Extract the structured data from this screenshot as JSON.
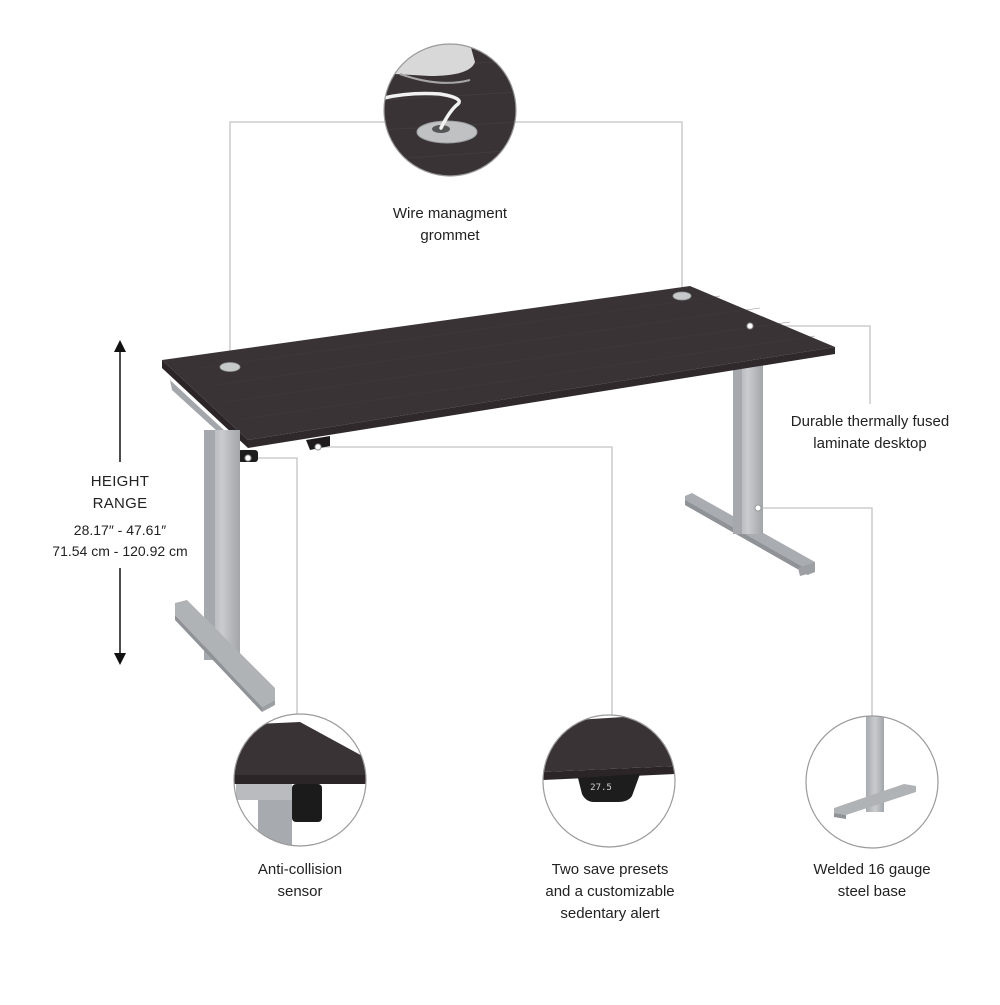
{
  "captions": {
    "wire_grommet": "Wire managment\ngrommet",
    "laminate": "Durable thermally fused\nlaminate desktop",
    "height_title": "HEIGHT\nRANGE",
    "height_values": "28.17″ - 47.61″\n71.54 cm - 120.92 cm",
    "anti_collision": "Anti-collision\nsensor",
    "presets": "Two save presets\nand a customizable\nsedentary alert",
    "steel_base": "Welded 16 gauge\nsteel base"
  },
  "keypad_display": "27.5",
  "colors": {
    "desktop": "#3a3335",
    "desktop_edge": "#2b2527",
    "steel": "#b9bbbe",
    "steel_shadow": "#8f9296",
    "leader_line": "#c4c4c4",
    "circle_border": "#9a9a9a",
    "text": "#222222"
  },
  "icons": [
    "up-arrow-icon",
    "down-arrow-icon"
  ]
}
